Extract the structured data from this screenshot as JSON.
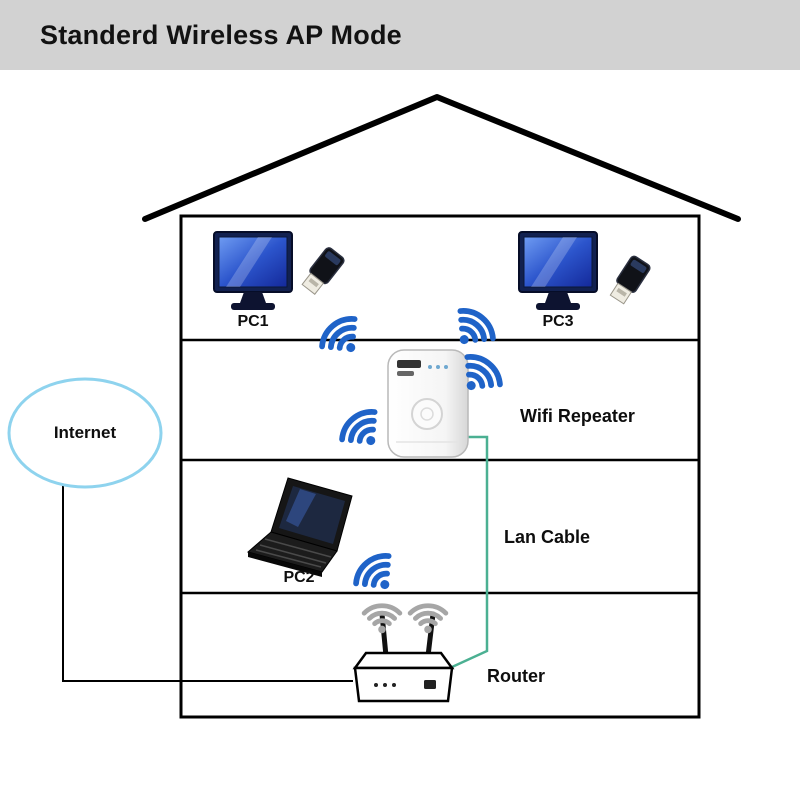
{
  "title": "Standerd Wireless AP Mode",
  "diagram": {
    "internet_label": "Internet",
    "pc1_label": "PC1",
    "pc3_label": "PC3",
    "repeater_label": "Wifi Repeater",
    "pc2_label": "PC2",
    "lan_cable_label": "Lan Cable",
    "router_label": "Router"
  },
  "colors": {
    "header_bg": "#d2d2d2",
    "wifi_blue": "#1f63c8",
    "wifi_gray": "#a6a6a6",
    "lan_cable_green": "#4bb092",
    "internet_blue": "#8ed3ee",
    "line_black": "#000000",
    "house_outline": "#000000",
    "monitor_screen_blue": "#2c55cc"
  }
}
